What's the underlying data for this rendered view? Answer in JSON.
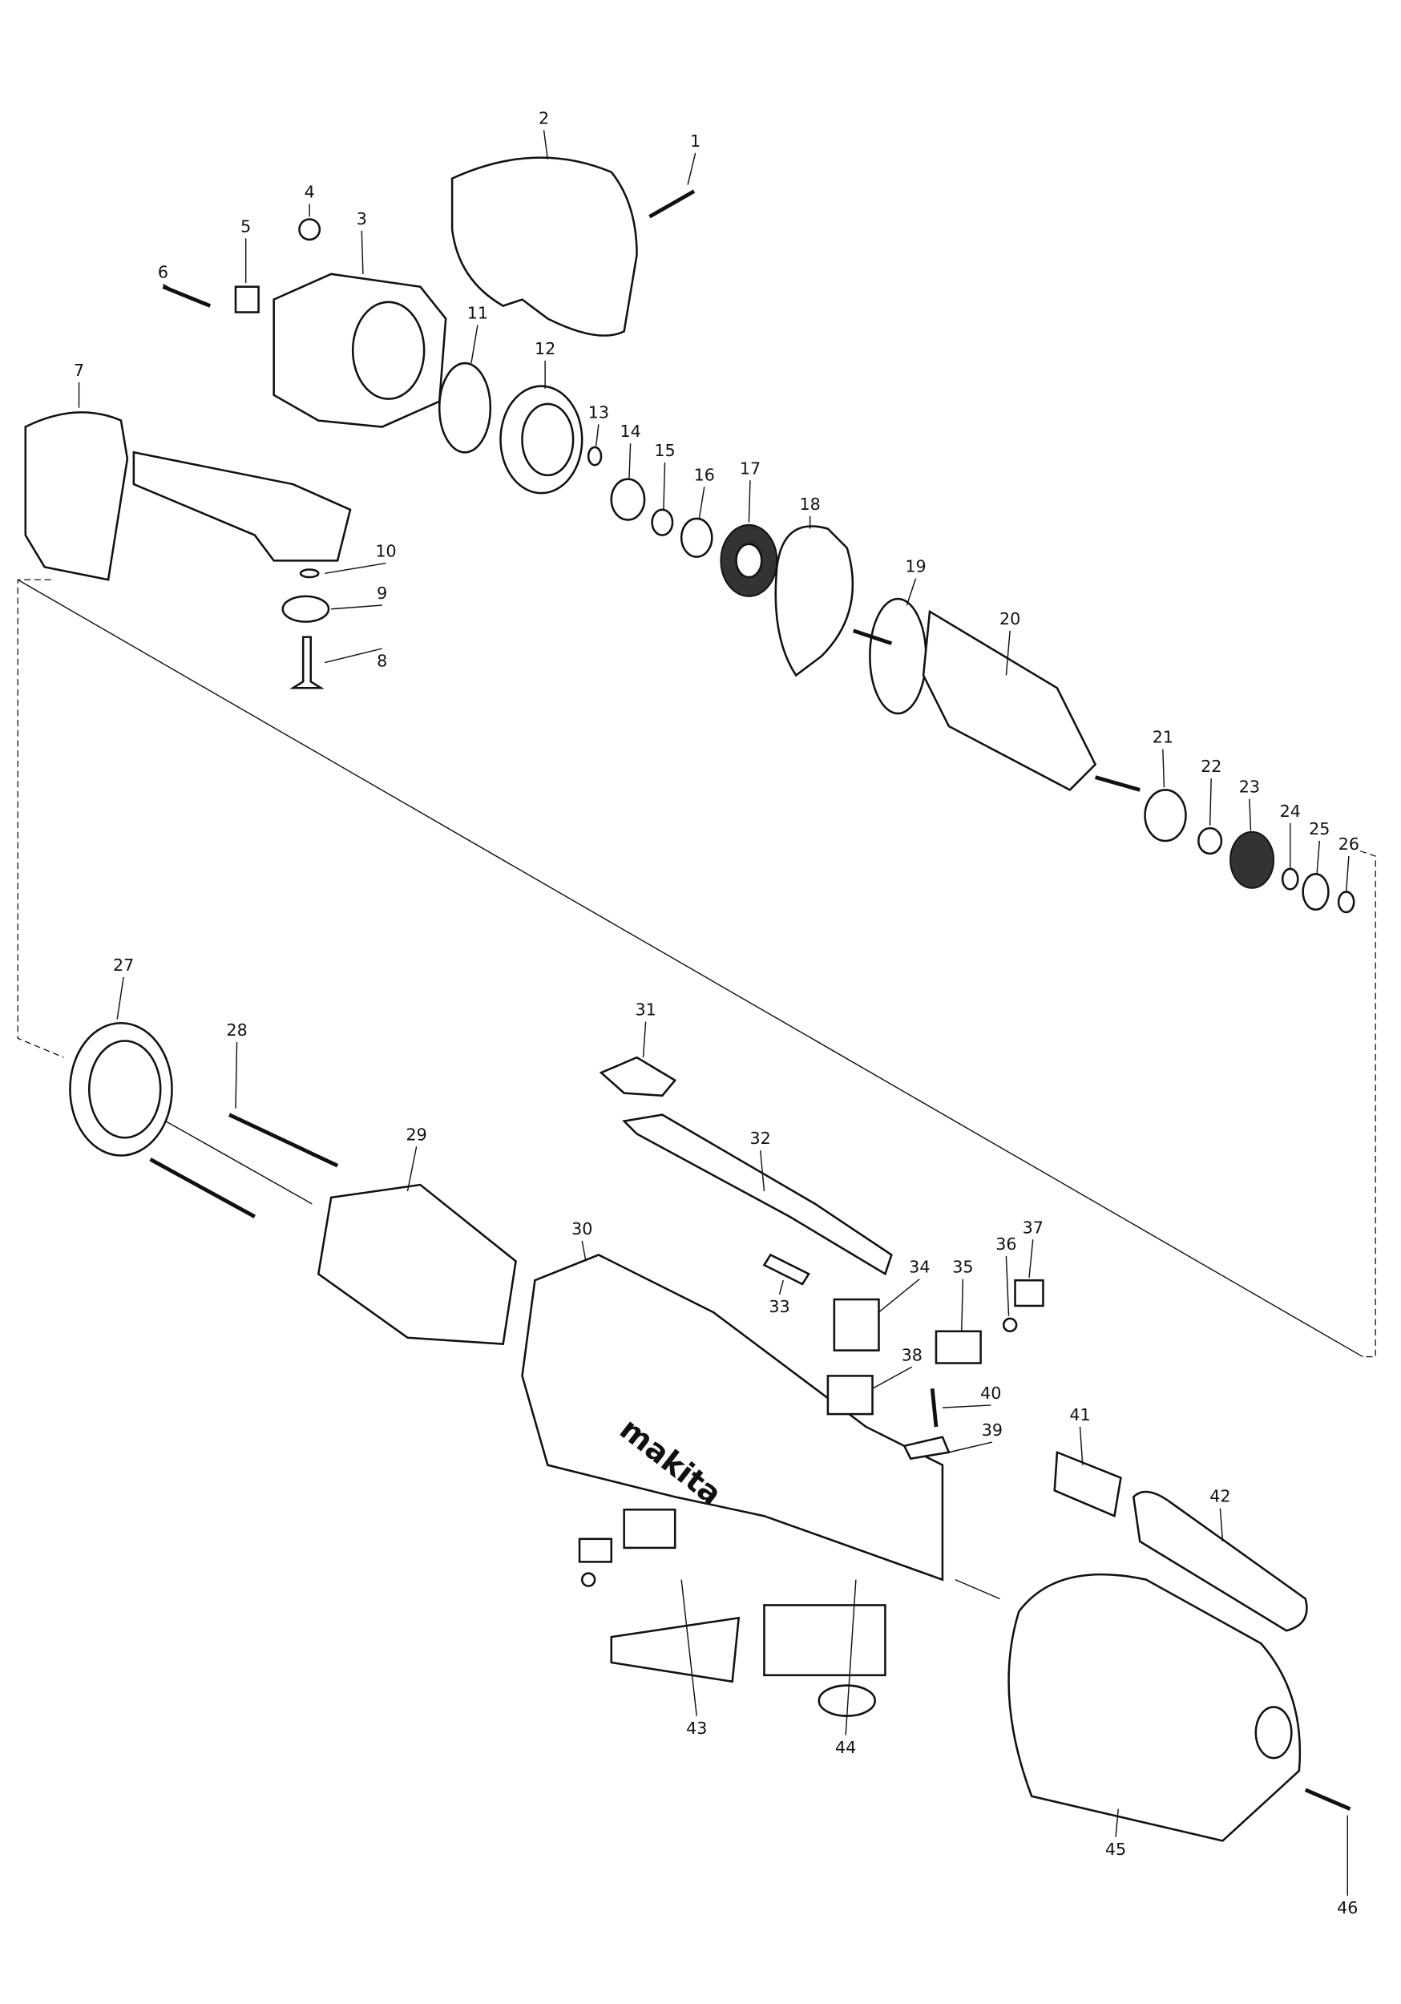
{
  "title": "Exploded parts diagram - oscillating multi-tool",
  "brand_mark": "makita",
  "callouts": [
    "1",
    "2",
    "3",
    "4",
    "5",
    "6",
    "7",
    "8",
    "9",
    "10",
    "11",
    "12",
    "13",
    "14",
    "15",
    "16",
    "17",
    "18",
    "19",
    "20",
    "21",
    "22",
    "23",
    "24",
    "25",
    "26",
    "27",
    "28",
    "29",
    "30",
    "31",
    "32",
    "33",
    "34",
    "35",
    "36",
    "37",
    "38",
    "39",
    "40",
    "41",
    "42",
    "43",
    "44",
    "45",
    "46"
  ]
}
